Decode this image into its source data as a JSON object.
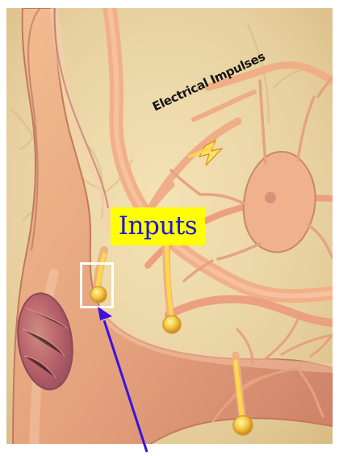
{
  "image": {
    "subject": "neuron-illustration",
    "labels": {
      "electrical_impulses": "Electrical Impulses",
      "inputs": "Inputs"
    },
    "colors": {
      "background": "#ead8a6",
      "neuron": "#e8a77f",
      "highlight": "#ffd84b",
      "label_background": "#ffff00",
      "label_text": "#1b17d8",
      "arrow": "#3d10e0"
    },
    "icons": {
      "annotation": "pointer-arrow-icon",
      "impulse": "lightning-icon"
    }
  }
}
